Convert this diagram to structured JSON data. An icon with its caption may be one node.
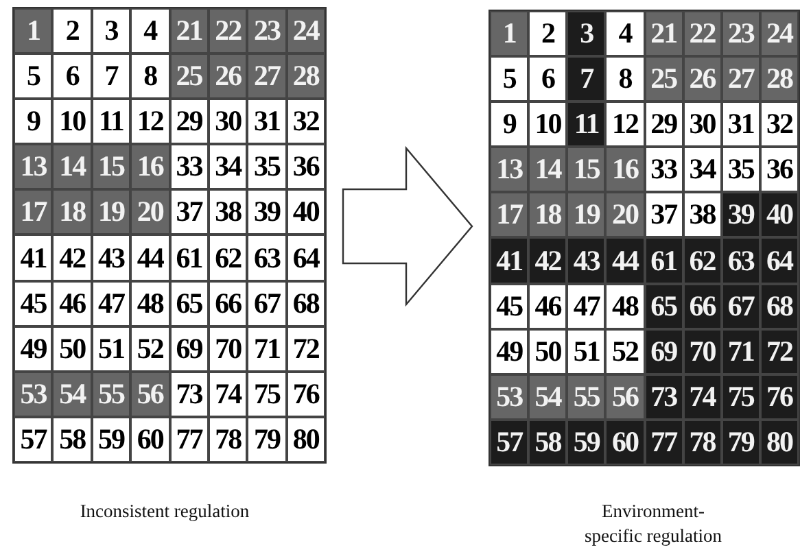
{
  "diagram": {
    "nodes": [
      {
        "text": [],
        "shape": "box",
        "beside": [
          "Inconsistent regulation"
        ]
      },
      {
        "text": [],
        "shape": "box",
        "beside": [
          "Environment- specific regulation"
        ]
      }
    ],
    "edges": [
      {
        "from": 0,
        "to": 1,
        "arrow": "to"
      }
    ],
    "labels": [
      "1",
      "2",
      "3",
      "4",
      "21",
      "22",
      "23",
      "24",
      "5",
      "6",
      "7",
      "8",
      "25",
      "26",
      "27",
      "28",
      "9",
      "10",
      "11",
      "12",
      "29",
      "30",
      "31",
      "32",
      "13",
      "14",
      "15",
      "16",
      "33",
      "34",
      "35",
      "36",
      "17",
      "18",
      "19",
      "20",
      "37",
      "38",
      "39",
      "40",
      "41",
      "42",
      "43",
      "44",
      "61",
      "62",
      "63",
      "64",
      "45",
      "46",
      "47",
      "48",
      "65",
      "66",
      "67",
      "68",
      "49",
      "50",
      "51",
      "52",
      "69",
      "70",
      "71",
      "72",
      "53",
      "54",
      "55",
      "56",
      "73",
      "74",
      "75",
      "76",
      "57",
      "58",
      "59",
      "60",
      "77",
      "78",
      "79",
      "80",
      "1",
      "2",
      "3",
      "4",
      "21",
      "22",
      "23",
      "24",
      "5",
      "6",
      "7",
      "8",
      "25",
      "26",
      "27",
      "28",
      "9",
      "10",
      "11",
      "12",
      "29",
      "30",
      "31",
      "32",
      "13",
      "14",
      "15",
      "16",
      "33",
      "34",
      "35",
      "36",
      "17",
      "18",
      "19",
      "20",
      "37",
      "38",
      "39",
      "40",
      "41",
      "42",
      "43",
      "44",
      "61",
      "62",
      "63",
      "64",
      "45",
      "46",
      "47",
      "48",
      "65",
      "66",
      "67",
      "68",
      "49",
      "50",
      "51",
      "52",
      "69",
      "70",
      "71",
      "72",
      "53",
      "54",
      "55",
      "56",
      "73",
      "74",
      "75",
      "76",
      "57",
      "58",
      "59",
      "60",
      "77",
      "78",
      "79",
      "80"
    ]
  }
}
